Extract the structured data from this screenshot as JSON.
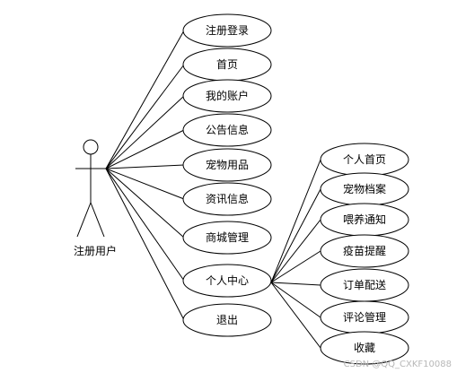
{
  "actor": {
    "label": "注册用户"
  },
  "use_cases": [
    {
      "id": "register-login",
      "label": "注册登录"
    },
    {
      "id": "home",
      "label": "首页"
    },
    {
      "id": "my-account",
      "label": "我的账户"
    },
    {
      "id": "announcement",
      "label": "公告信息"
    },
    {
      "id": "pet-supplies",
      "label": "宠物用品"
    },
    {
      "id": "news-info",
      "label": "资讯信息"
    },
    {
      "id": "mall-management",
      "label": "商城管理"
    },
    {
      "id": "personal-center",
      "label": "个人中心"
    },
    {
      "id": "logout",
      "label": "退出"
    }
  ],
  "sub_use_cases": [
    {
      "id": "personal-home",
      "label": "个人首页"
    },
    {
      "id": "pet-records",
      "label": "宠物档案"
    },
    {
      "id": "feeding-notice",
      "label": "喂养通知"
    },
    {
      "id": "vaccine-reminder",
      "label": "疫苗提醒"
    },
    {
      "id": "order-delivery",
      "label": "订单配送"
    },
    {
      "id": "review-management",
      "label": "评论管理"
    },
    {
      "id": "favorites",
      "label": "收藏"
    }
  ],
  "watermark": "CSDN @QQ_CXKF10088",
  "colors": {
    "stroke": "#000000",
    "background": "#ffffff"
  }
}
